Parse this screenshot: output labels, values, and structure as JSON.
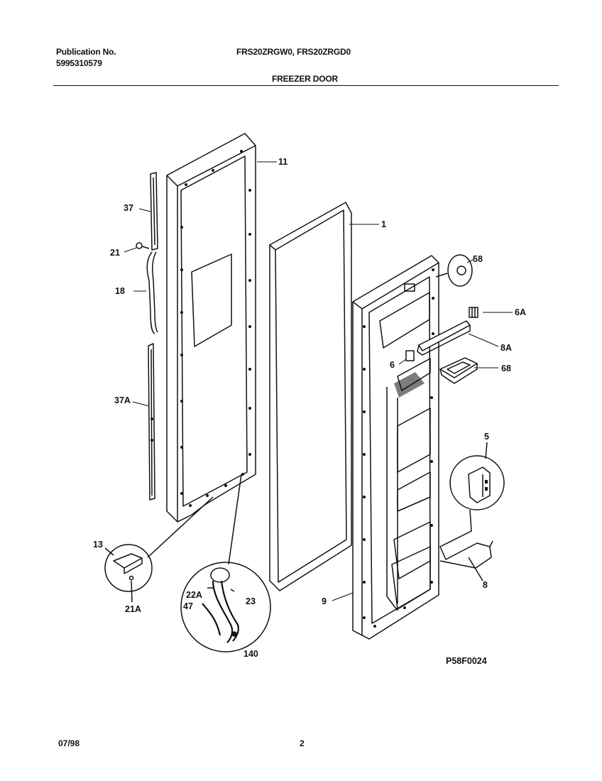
{
  "header": {
    "publication_label": "Publication No.",
    "publication_number": "5995310579",
    "model_numbers": "FRS20ZRGW0, FRS20ZRGD0",
    "section_title": "FREEZER DOOR"
  },
  "footer": {
    "date": "07/98",
    "page_number": "2"
  },
  "diagram": {
    "drawing_code": "P58F0024",
    "callouts": {
      "c11": "11",
      "c1": "1",
      "c37": "37",
      "c21": "21",
      "c18": "18",
      "c37a": "37A",
      "c58": "58",
      "c6a": "6A",
      "c8a": "8A",
      "c6": "6",
      "c68": "68",
      "c5": "5",
      "c8": "8",
      "c9": "9",
      "c13": "13",
      "c21a": "21A",
      "c22a": "22A",
      "c23": "23",
      "c47": "47",
      "c140": "140"
    }
  }
}
